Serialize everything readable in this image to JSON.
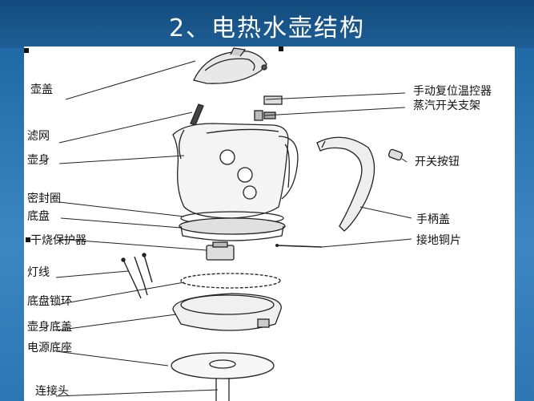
{
  "title": "2、电热水壶结构",
  "labels_left": {
    "lid": "壶盖",
    "filter": "滤网",
    "body": "壶身",
    "seal_ring": "密封圈",
    "base_plate": "底盘",
    "dry_boil_protector": "干烧保护器",
    "lamp_wire": "灯线",
    "base_lock_ring": "底盘锁环",
    "body_bottom_cover": "壶身底盖",
    "power_base": "电源底座",
    "connector": "连接头"
  },
  "labels_right": {
    "manual_reset_thermostat": "手动复位温控器",
    "steam_switch_bracket": "蒸汽开关支架",
    "switch_button": "开关按钮",
    "handle_cover": "手柄盖",
    "ground_copper": "接地铜片"
  }
}
